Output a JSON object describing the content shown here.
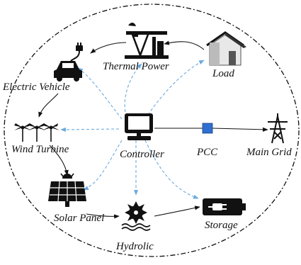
{
  "diagram": {
    "nodes": {
      "controller": {
        "label": "Controller",
        "icon": "computer-icon"
      },
      "thermal": {
        "label": "Thermal Power",
        "icon": "pumpjack-icon"
      },
      "load": {
        "label": "Load",
        "icon": "house-icon"
      },
      "ev": {
        "label": "Electric Vehicle",
        "icon": "electric-car-icon"
      },
      "wind": {
        "label": "Wind Turbine",
        "icon": "wind-turbine-icon"
      },
      "pcc": {
        "label": "PCC",
        "icon": "square-node-icon"
      },
      "grid": {
        "label": "Main Grid",
        "icon": "transmission-tower-icon"
      },
      "solar": {
        "label": "Solar Panel",
        "icon": "solar-panel-icon"
      },
      "hydro": {
        "label": "Hydrolic",
        "icon": "water-turbine-icon"
      },
      "storage": {
        "label": "Storage",
        "icon": "battery-icon"
      }
    },
    "colors": {
      "control_link": "#6aa9e0",
      "power_link": "#111111",
      "pcc_fill": "#2e6fd1",
      "boundary": "#111111"
    }
  }
}
